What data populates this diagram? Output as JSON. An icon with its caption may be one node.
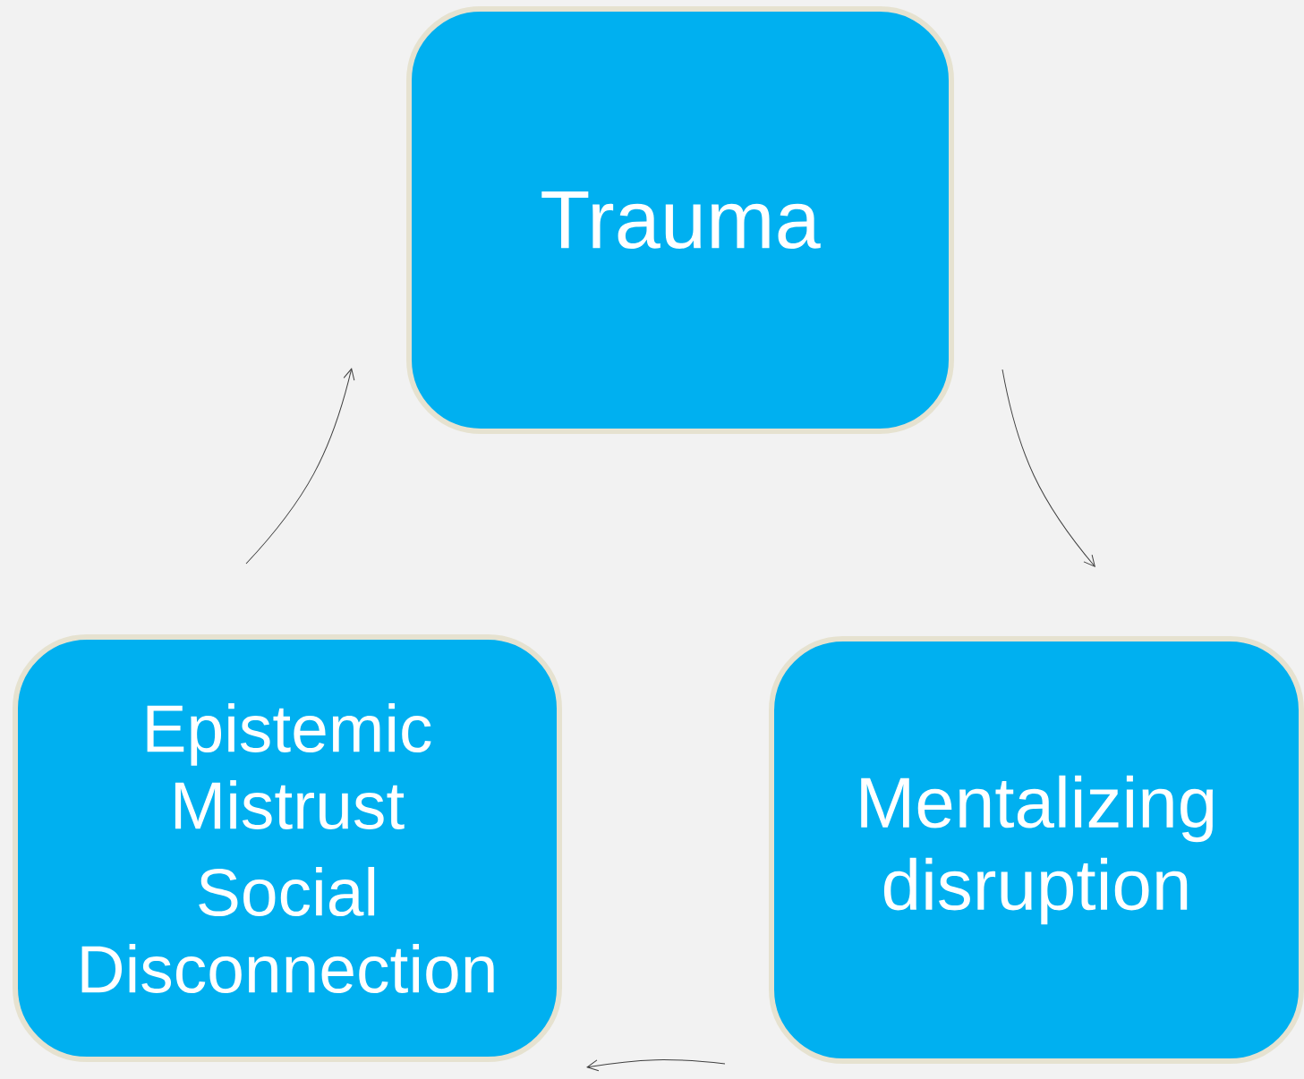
{
  "diagram": {
    "nodes": [
      {
        "text": [
          "Trauma"
        ]
      },
      {
        "text": [
          "Mentalizing disruption"
        ]
      },
      {
        "text": [
          "Epistemic Mistrust",
          "Social Disconnection"
        ]
      }
    ],
    "edges": [
      {
        "from": 0,
        "to": 1,
        "arrow": "to"
      },
      {
        "from": 1,
        "to": 2,
        "arrow": "to"
      },
      {
        "from": 2,
        "to": 0,
        "arrow": "to"
      }
    ]
  }
}
